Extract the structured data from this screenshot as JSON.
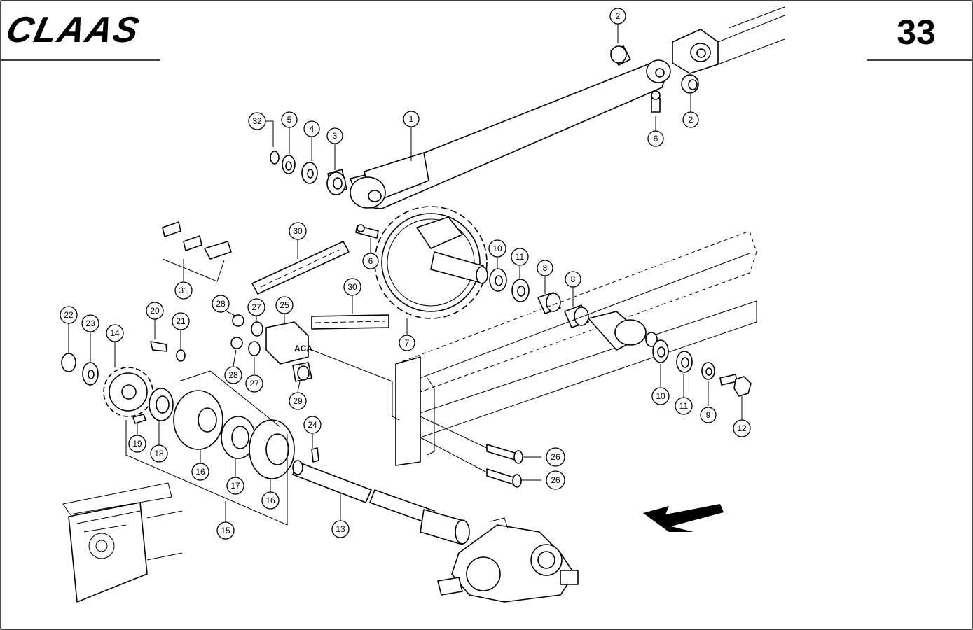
{
  "header": {
    "brand": "CLAAS",
    "page_number": "33"
  },
  "callouts": [
    {
      "id": "c1",
      "label": "1"
    },
    {
      "id": "c2a",
      "label": "2"
    },
    {
      "id": "c2b",
      "label": "2"
    },
    {
      "id": "c3",
      "label": "3"
    },
    {
      "id": "c4",
      "label": "4"
    },
    {
      "id": "c5",
      "label": "5"
    },
    {
      "id": "c32",
      "label": "32"
    },
    {
      "id": "c6a",
      "label": "6"
    },
    {
      "id": "c6b",
      "label": "6"
    },
    {
      "id": "c7",
      "label": "7"
    },
    {
      "id": "c8a",
      "label": "8"
    },
    {
      "id": "c8b",
      "label": "8"
    },
    {
      "id": "c10a",
      "label": "10"
    },
    {
      "id": "c11a",
      "label": "11"
    },
    {
      "id": "c10b",
      "label": "10"
    },
    {
      "id": "c11b",
      "label": "11"
    },
    {
      "id": "c9",
      "label": "9"
    },
    {
      "id": "c12",
      "label": "12"
    },
    {
      "id": "c30a",
      "label": "30"
    },
    {
      "id": "c30b",
      "label": "30"
    },
    {
      "id": "c31",
      "label": "31"
    },
    {
      "id": "c28a",
      "label": "28"
    },
    {
      "id": "c27a",
      "label": "27"
    },
    {
      "id": "c25",
      "label": "25"
    },
    {
      "id": "c28b",
      "label": "28"
    },
    {
      "id": "c27b",
      "label": "27"
    },
    {
      "id": "c29",
      "label": "29"
    },
    {
      "id": "c22",
      "label": "22"
    },
    {
      "id": "c23",
      "label": "23"
    },
    {
      "id": "c14",
      "label": "14"
    },
    {
      "id": "c20",
      "label": "20"
    },
    {
      "id": "c21",
      "label": "21"
    },
    {
      "id": "c19",
      "label": "19"
    },
    {
      "id": "c18",
      "label": "18"
    },
    {
      "id": "c16a",
      "label": "16"
    },
    {
      "id": "c17",
      "label": "17"
    },
    {
      "id": "c16b",
      "label": "16"
    },
    {
      "id": "c15",
      "label": "15"
    },
    {
      "id": "c24",
      "label": "24"
    },
    {
      "id": "c13",
      "label": "13"
    },
    {
      "id": "c26a",
      "label": "26"
    },
    {
      "id": "c26b",
      "label": "26"
    }
  ],
  "colors": {
    "ink": "#000000",
    "paper": "#ffffff"
  },
  "icons": {
    "direction": "direction-arrow-icon"
  },
  "labels": {
    "cover_marking": "ACA"
  }
}
